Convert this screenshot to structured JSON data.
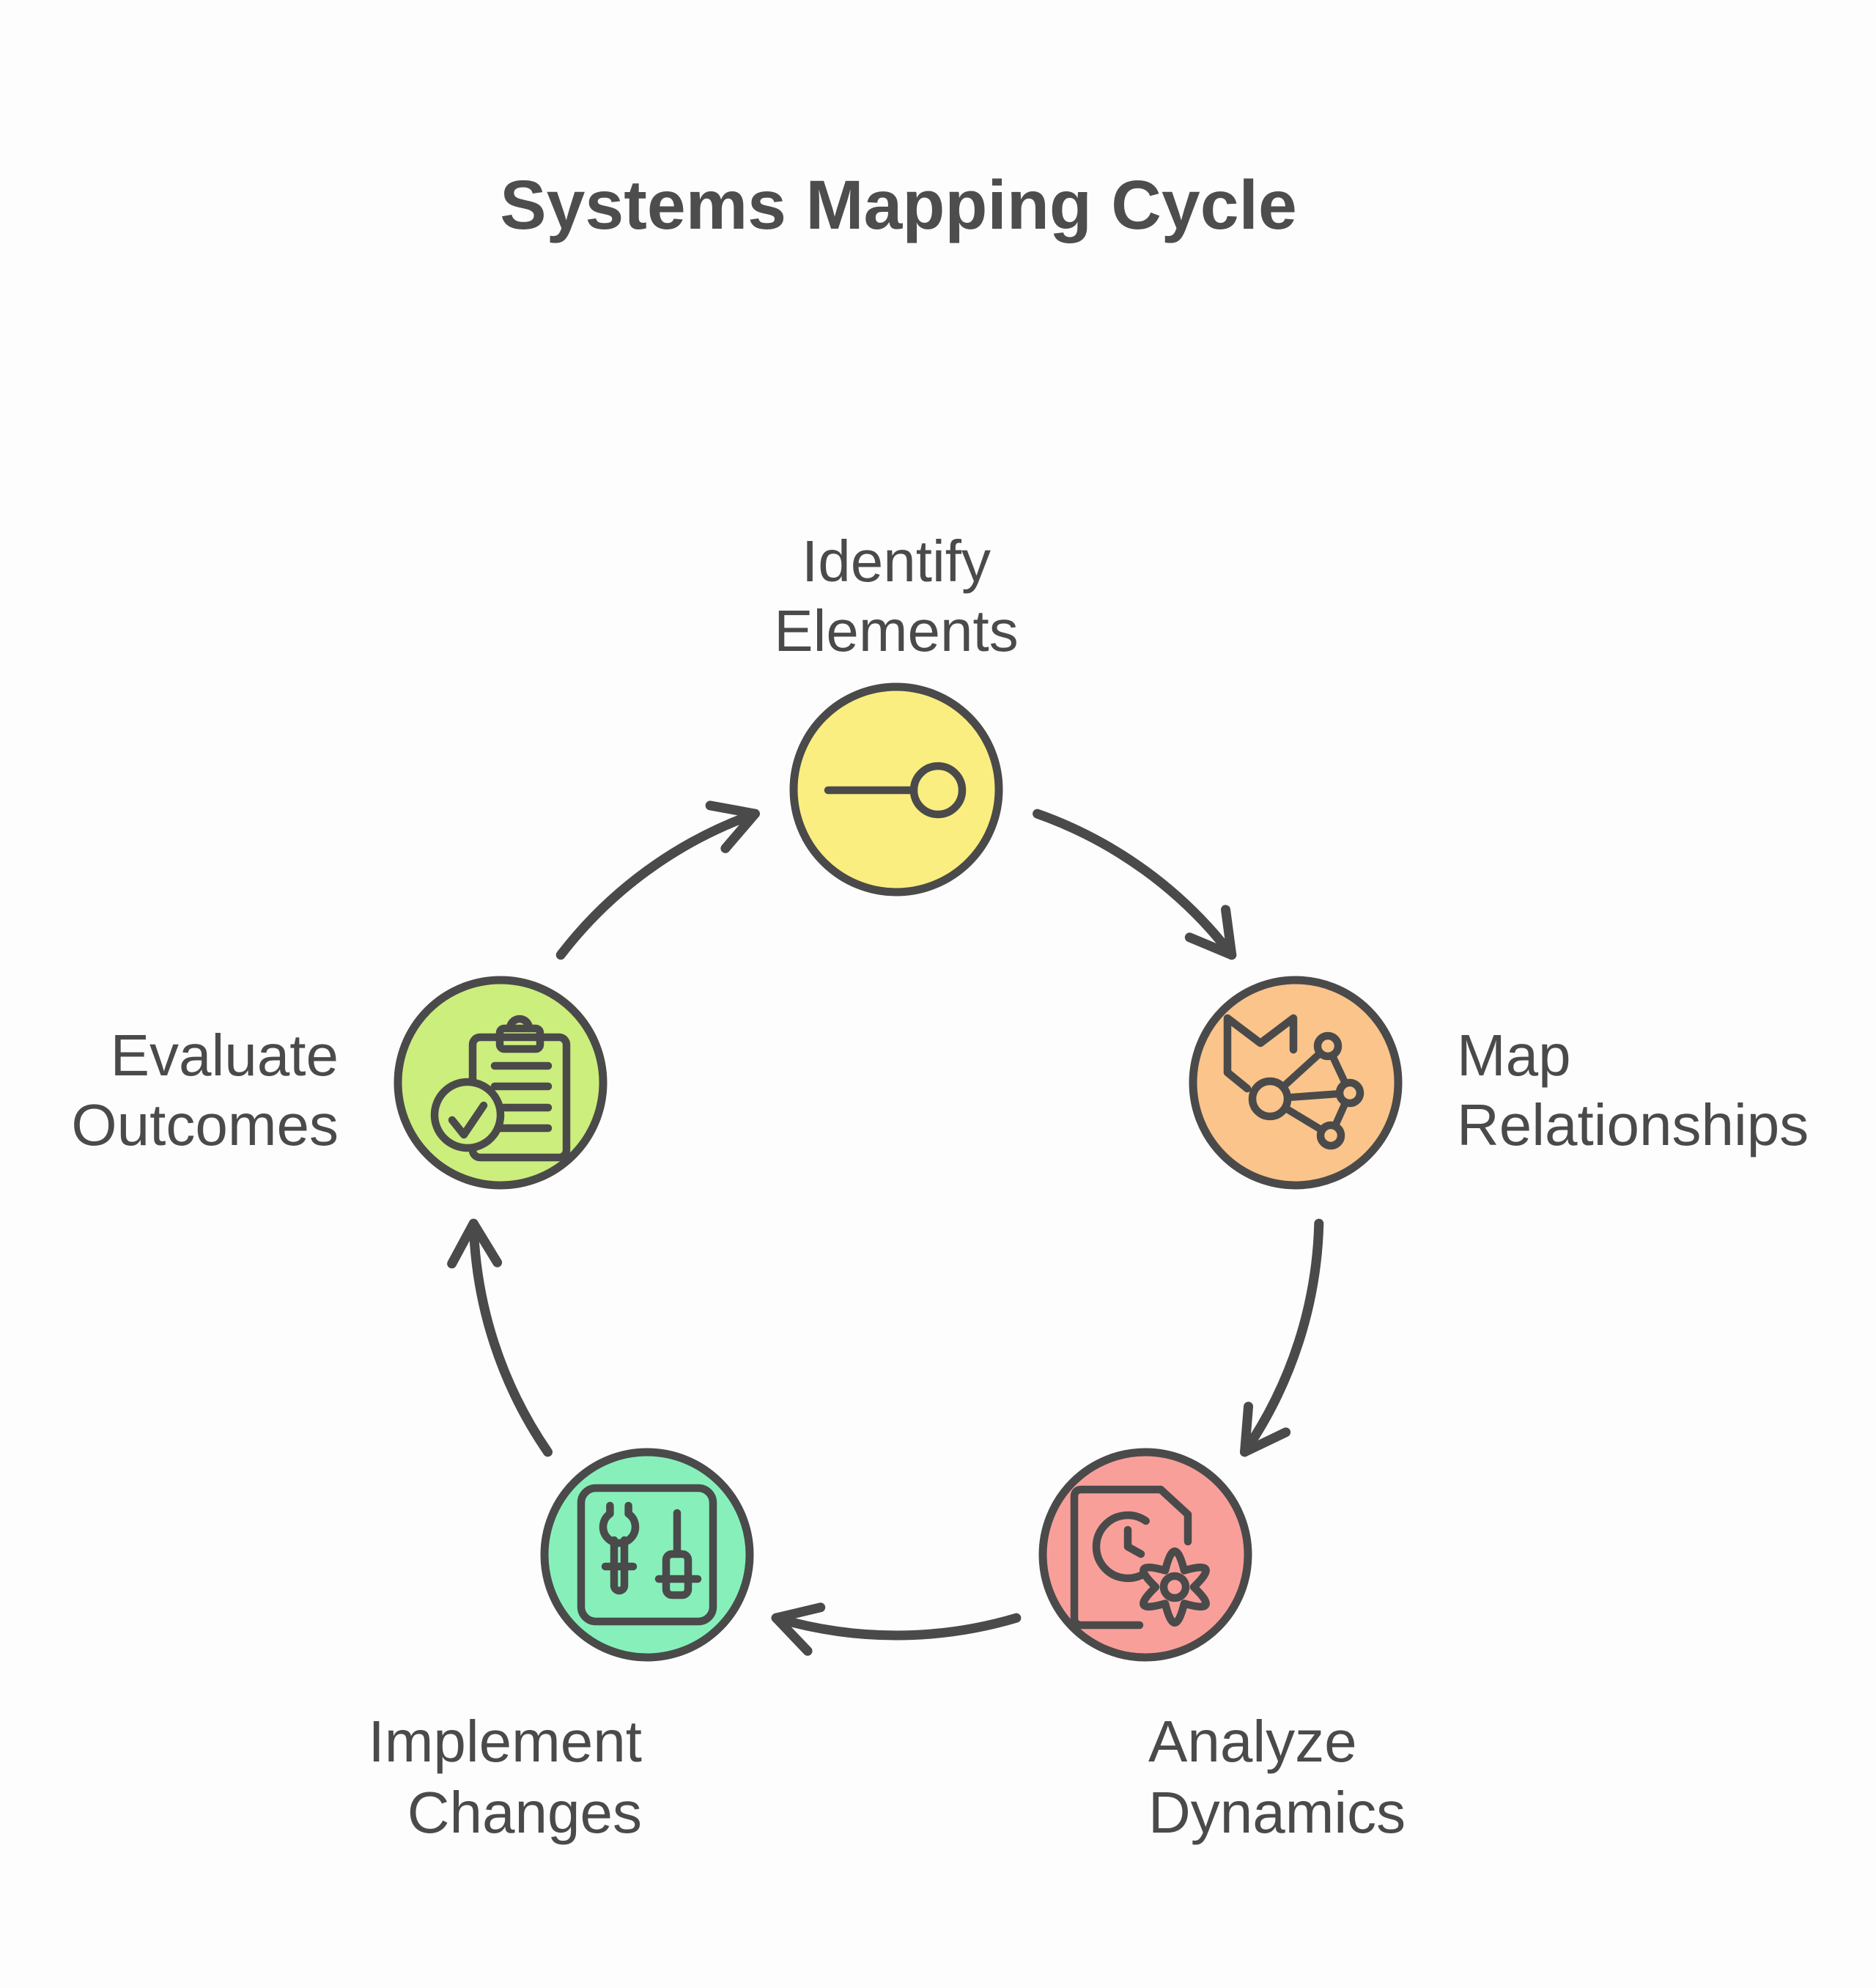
{
  "title": "Systems Mapping Cycle",
  "diagram_type": "cycle",
  "nodes": [
    {
      "name": "identify-elements",
      "line1": "Identify",
      "line2": "Elements",
      "color_top": "#fbee80",
      "color_bottom": "#fedf0d",
      "icon": "node-dot-icon",
      "position": "top"
    },
    {
      "name": "map-relationships",
      "line1": "Map",
      "line2": "Relationships",
      "color_top": "#fac48a",
      "color_bottom": "#f28f3f",
      "icon": "map-network-icon",
      "position": "right"
    },
    {
      "name": "analyze-dynamics",
      "line1": "Analyze",
      "line2": "Dynamics",
      "color_top": "#f99f99",
      "color_bottom": "#f45a52",
      "icon": "document-gear-icon",
      "position": "bottom-right"
    },
    {
      "name": "implement-changes",
      "line1": "Implement",
      "line2": "Changes",
      "color_top": "#87f0ba",
      "color_bottom": "#3cdc8d",
      "icon": "wrench-slider-icon",
      "position": "bottom-left"
    },
    {
      "name": "evaluate-outcomes",
      "line1": "Evaluate",
      "line2": "Outcomes",
      "color_top": "#ccee7c",
      "color_bottom": "#9fd53a",
      "icon": "clipboard-check-icon",
      "position": "left"
    }
  ],
  "flow": [
    "identify-elements",
    "map-relationships",
    "analyze-dynamics",
    "implement-changes",
    "evaluate-outcomes"
  ],
  "colors": {
    "background": "#fdfdfd",
    "outline": "#4a4a4b",
    "title_text": "#4d4d4d",
    "label_text": "#4a4a4a"
  }
}
